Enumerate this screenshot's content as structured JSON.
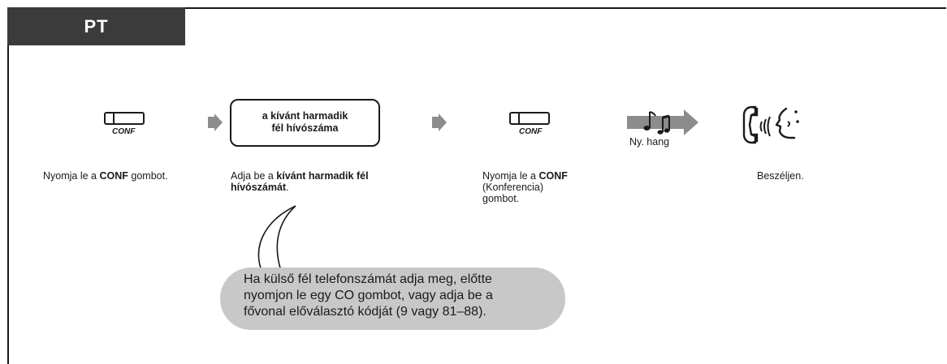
{
  "header": {
    "tab_label": "PT"
  },
  "steps": {
    "step1": {
      "button_label": "CONF",
      "caption_pre": "Nyomja le a ",
      "caption_bold": "CONF",
      "caption_post": " gombot."
    },
    "step2": {
      "box_line1": "a kívánt harmadik",
      "box_line2": "fél hívószáma",
      "caption_pre": "Adja be a ",
      "caption_bold1": "kívánt harmadik fél",
      "caption_bold2": "hívószámát",
      "caption_post": "."
    },
    "step3": {
      "button_label": "CONF",
      "caption_pre": "Nyomja le a ",
      "caption_bold": "CONF",
      "caption_line2": "(Konferencia)",
      "caption_line3": "gombot."
    },
    "step4": {
      "tone_label": "Ny. hang"
    },
    "step5": {
      "caption": "Beszéljen."
    }
  },
  "note": {
    "line1": "Ha külső fél telefonszámát adja meg, előtte",
    "line2": "nyomjon le egy CO gombot, vagy adja be a",
    "line3": "fővonal előválasztó kódját (9 vagy 81–88)."
  },
  "colors": {
    "tab_bg": "#3b3b3b",
    "arrow": "#8c8c8c",
    "bubble": "#c8c8c8"
  }
}
